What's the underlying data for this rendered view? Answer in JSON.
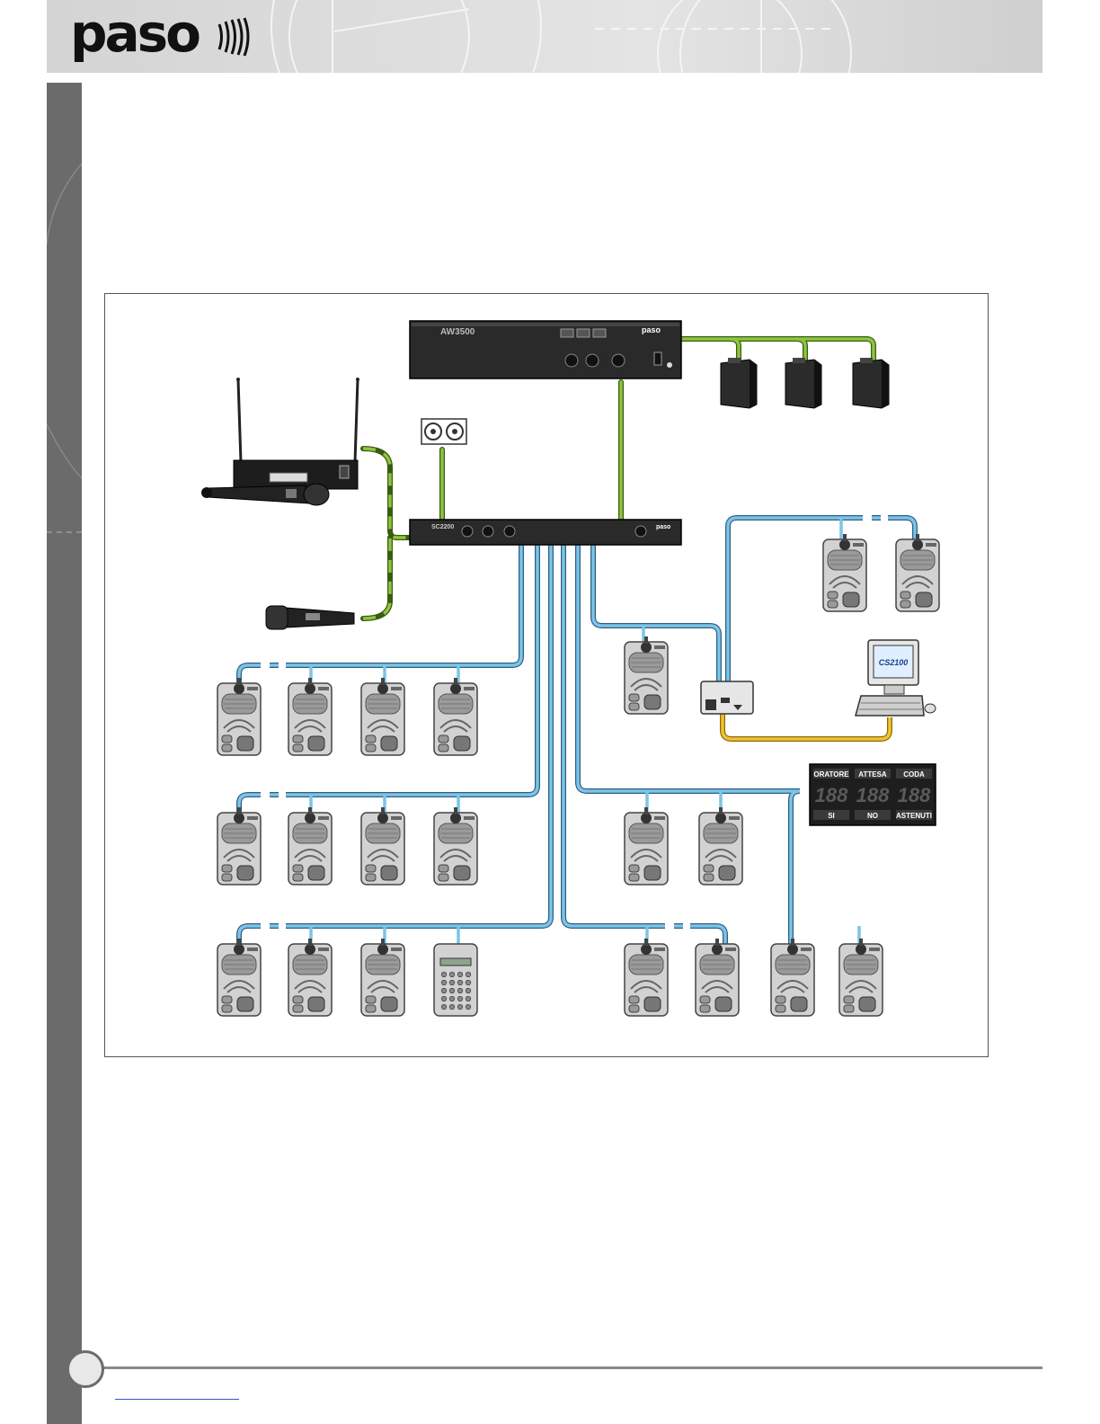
{
  "brand": {
    "logo_text": "paso"
  },
  "footer": {
    "link_text": ""
  },
  "devices": {
    "amplifier": {
      "model": "AW3500",
      "brand": "paso"
    },
    "central_unit": {
      "model": "SC2200",
      "brand": "paso"
    },
    "software": {
      "name": "CS2100"
    },
    "vote_display": {
      "top_labels": [
        "ORATORE",
        "ATTESA",
        "CODA"
      ],
      "digits": [
        "188",
        "188",
        "188"
      ],
      "bottom_labels": [
        "SI",
        "NO",
        "ASTENUTI"
      ]
    }
  },
  "colors": {
    "audio_cable": "#8cc63f",
    "conference_cable": "#7cc4e8",
    "data_cable": "#f2c12e",
    "sidebar": "#6b6b6b"
  }
}
